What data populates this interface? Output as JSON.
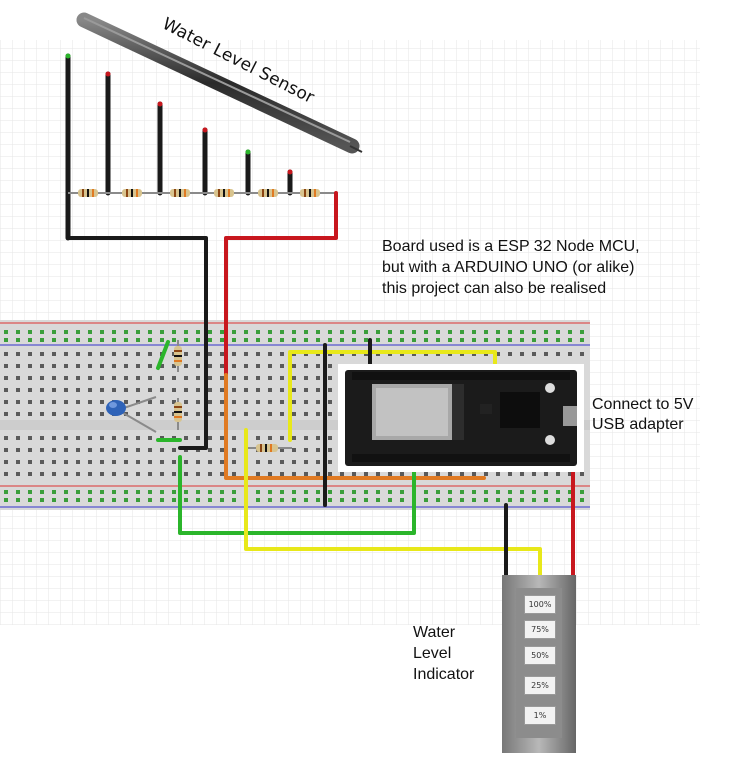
{
  "labels": {
    "sensor": "Water Level Sensor",
    "note": [
      "Board used is a ESP 32 Node MCU,",
      "but with a ARDUINO UNO (or alike)",
      "this project can also be realised"
    ],
    "usb": [
      "Connect to 5V",
      "USB adapter"
    ],
    "indicator": [
      "Water",
      "Level",
      "Indicator"
    ]
  },
  "indicator_levels": [
    "100%",
    "75%",
    "50%",
    "25%",
    "1%"
  ],
  "colors": {
    "black_wire": "#1a1a1a",
    "red_wire": "#c8171e",
    "yellow_wire": "#e8e81a",
    "green_wire": "#2bb52b",
    "orange_wire": "#e07a22",
    "breadboard": "#d9d9d9",
    "grid": "#e6e6e6",
    "esp_board": "#1b1b1b"
  },
  "icons": [
    "resistor-icon",
    "capacitor-icon",
    "esp32-board",
    "water-level-sensor-probe"
  ]
}
